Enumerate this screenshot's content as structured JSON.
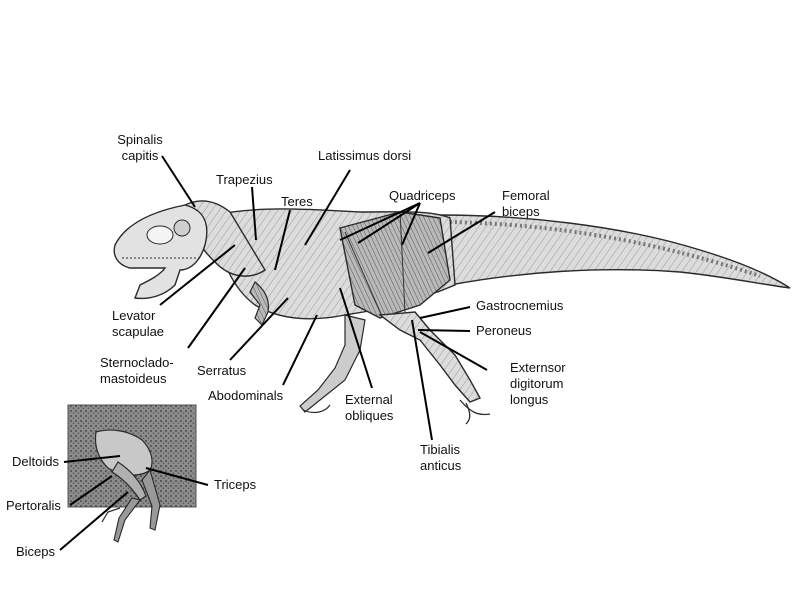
{
  "colors": {
    "background": "#ffffff",
    "body_shade": "#d6d6d6",
    "muscle_dark": "#8a8a8a",
    "outline": "#2a2a2a",
    "leader_line": "#000000"
  },
  "main_labels": {
    "spinalis_capitis": [
      "Spinalis",
      "capitis"
    ],
    "trapezius": [
      "Trapezius"
    ],
    "teres": [
      "Teres"
    ],
    "latissimus_dorsi": [
      "Latissimus dorsi"
    ],
    "quadriceps": [
      "Quadriceps"
    ],
    "femoral_biceps": [
      "Femoral",
      "biceps"
    ],
    "levator_scapulae": [
      "Levator",
      "scapulae"
    ],
    "sternocladomastoideus": [
      "Sternoclado-",
      "mastoideus"
    ],
    "serratus": [
      "Serratus"
    ],
    "abodominals": [
      "Abodominals"
    ],
    "external_obliques": [
      "External",
      "obliques"
    ],
    "gastrocnemius": [
      "Gastrocnemius"
    ],
    "peroneus": [
      "Peroneus"
    ],
    "externsor_digitorum_longus": [
      "Externsor",
      "digitorum",
      "longus"
    ],
    "tibialis_anticus": [
      "Tibialis",
      "anticus"
    ]
  },
  "inset_labels": {
    "deltoids": [
      "Deltoids"
    ],
    "triceps": [
      "Triceps"
    ],
    "pertoralis": [
      "Pertoralis"
    ],
    "biceps": [
      "Biceps"
    ]
  }
}
